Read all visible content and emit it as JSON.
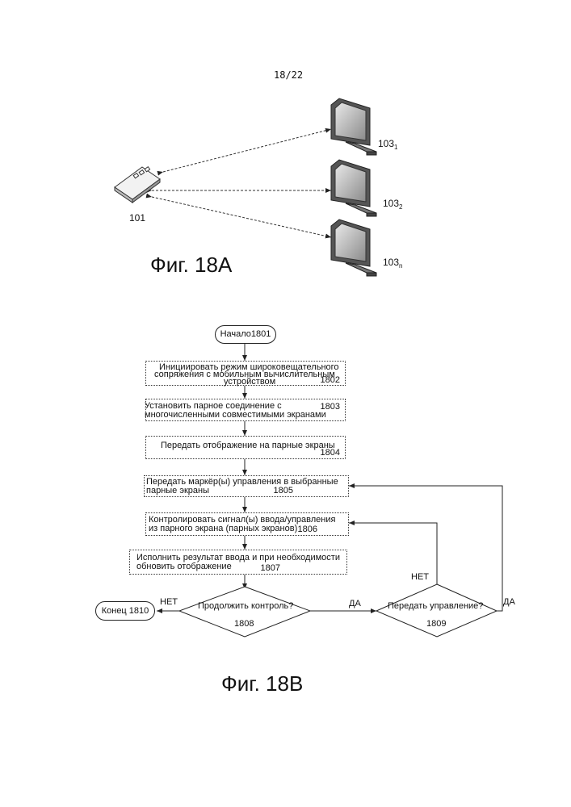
{
  "page_number": "18/22",
  "fig_a": {
    "caption": "Фиг. 18A",
    "device_label": "101",
    "screens": [
      {
        "base": "103",
        "sub": "1"
      },
      {
        "base": "103",
        "sub": "2"
      },
      {
        "base": "103",
        "sub": "n"
      }
    ]
  },
  "fig_b": {
    "caption": "Фиг. 18B",
    "start": "Начало1801",
    "end": "Конец 1810",
    "steps": [
      {
        "lines": [
          "Инициировать режим широковещательного",
          "сопряжения с мобильным вычислительным",
          "устройством"
        ],
        "num": "1802"
      },
      {
        "lines": [
          "Установить парное соединение с",
          "многочисленными совместимыми экранами"
        ],
        "num": "1803"
      },
      {
        "lines": [
          "Передать отображение на парные экраны"
        ],
        "num": "1804"
      },
      {
        "lines": [
          "Передать маркёр(ы) управления в выбранные",
          "парные экраны"
        ],
        "num": "1805"
      },
      {
        "lines": [
          "Контролировать сигнал(ы) ввода/управления",
          "из парного экрана (парных экранов)"
        ],
        "num": "1806"
      },
      {
        "lines": [
          "Исполнить результат ввода и при необходимости",
          "обновить отображение"
        ],
        "num": "1807"
      }
    ],
    "decision_continue": {
      "text": "Продолжить контроль?",
      "num": "1808"
    },
    "decision_transfer": {
      "text": "Передать управление?",
      "num": "1809"
    },
    "labels": {
      "no_end": "НЕТ",
      "yes_mid": "ДА",
      "no_up": "НЕТ",
      "yes_right": "ДА"
    }
  }
}
